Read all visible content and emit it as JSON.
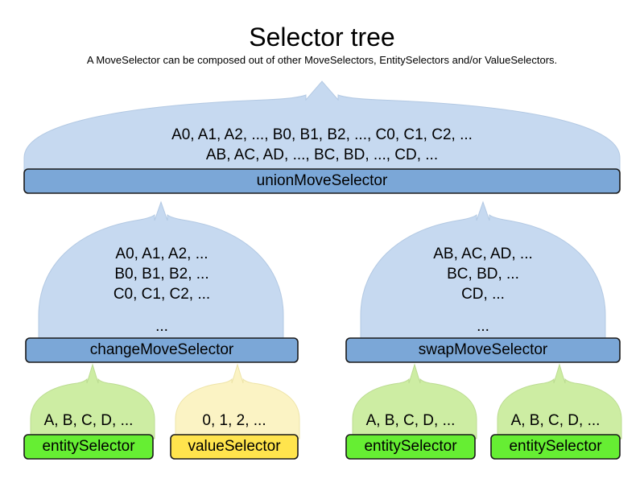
{
  "diagram": {
    "title": "Selector tree",
    "subtitle": "A MoveSelector can be composed out of other MoveSelectors, EntitySelectors and/or ValueSelectors.",
    "colors": {
      "move_body": "#c6d9f0",
      "move_label": "#7ba7d7",
      "entity_body": "#cdeda3",
      "entity_label": "#66ee33",
      "value_body": "#fbf3c4",
      "value_label": "#ffe44d",
      "border": "#1a1a1a",
      "text": "#000000",
      "background": "#ffffff"
    },
    "nodes": [
      {
        "id": "unionMoveSelector",
        "label": "unionMoveSelector",
        "kind": "move-selector",
        "lines": [
          "A0, A1, A2, ..., B0, B1, B2, ..., C0, C1, C2, ...",
          "AB, AC, AD, ..., BC, BD, ..., CD, ..."
        ]
      },
      {
        "id": "changeMoveSelector",
        "label": "changeMoveSelector",
        "kind": "move-selector",
        "lines": [
          "A0, A1, A2, ...",
          "B0, B1, B2, ...",
          "C0, C1, C2, ...",
          "..."
        ]
      },
      {
        "id": "swapMoveSelector",
        "label": "swapMoveSelector",
        "kind": "move-selector",
        "lines": [
          "AB, AC, AD, ...",
          "BC, BD, ...",
          "CD, ...",
          "..."
        ]
      },
      {
        "id": "entitySelector-change",
        "label": "entitySelector",
        "kind": "entity-selector",
        "lines": [
          "A, B, C, D, ..."
        ]
      },
      {
        "id": "valueSelector-change",
        "label": "valueSelector",
        "kind": "value-selector",
        "lines": [
          "0, 1, 2, ..."
        ]
      },
      {
        "id": "entitySelector-swap-left",
        "label": "entitySelector",
        "kind": "entity-selector",
        "lines": [
          "A, B, C, D, ..."
        ]
      },
      {
        "id": "entitySelector-swap-right",
        "label": "entitySelector",
        "kind": "entity-selector",
        "lines": [
          "A, B, C, D, ..."
        ]
      }
    ],
    "edges": [
      {
        "from": "unionMoveSelector",
        "to": "output",
        "kind": "up-arrow"
      },
      {
        "from": "changeMoveSelector",
        "to": "unionMoveSelector",
        "kind": "up-arrow"
      },
      {
        "from": "swapMoveSelector",
        "to": "unionMoveSelector",
        "kind": "up-arrow"
      },
      {
        "from": "entitySelector-change",
        "to": "changeMoveSelector",
        "kind": "up-arrow"
      },
      {
        "from": "valueSelector-change",
        "to": "changeMoveSelector",
        "kind": "up-arrow"
      },
      {
        "from": "entitySelector-swap-left",
        "to": "swapMoveSelector",
        "kind": "up-arrow"
      },
      {
        "from": "entitySelector-swap-right",
        "to": "swapMoveSelector",
        "kind": "up-arrow"
      }
    ]
  }
}
